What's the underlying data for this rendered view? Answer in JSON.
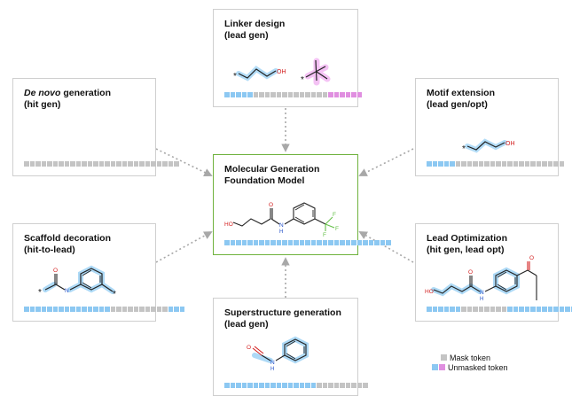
{
  "boxes": {
    "linker": {
      "title": "Linker design",
      "subtitle": "(lead gen)"
    },
    "denovo": {
      "title_italic": "De novo",
      "title_rest": " generation",
      "subtitle": "(hit gen)"
    },
    "motif": {
      "title": "Motif extension",
      "subtitle": "(lead gen/opt)"
    },
    "center": {
      "title": "Molecular Generation",
      "subtitle": "Foundation Model"
    },
    "scaffold": {
      "title": "Scaffold decoration",
      "subtitle": "(hit-to-lead)"
    },
    "leadopt": {
      "title": "Lead Optimization",
      "subtitle": "(hit gen, lead opt)"
    },
    "superstructure": {
      "title": "Superstructure generation",
      "subtitle": "(lead gen)"
    }
  },
  "atoms": {
    "oh": "OH",
    "ho": "HO",
    "o": "O",
    "n": "N",
    "nh": "N",
    "h": "H",
    "f": "F",
    "star": "*"
  },
  "legend": {
    "mask": "Mask token",
    "unmask": "Unmasked token"
  },
  "colors": {
    "mask": "#c4c4c4",
    "unmasked_blue": "#8cc8f2",
    "unmasked_pink": "#e08fe0",
    "center_border": "#6fb23d",
    "arrow": "#a8a8a8"
  },
  "token_rows": {
    "linker": "bbbbbmmmmmmmmmmmmmpppppp",
    "denovo": "mmmmmmmmmmmmmmmmmmmmmmmmmmm",
    "motif": "bbbbbmmmmmmmmmmmmmmmmmmm",
    "center": "bbbbbbbbbbbbbbbbbbbbbbbbbbbbb",
    "scaffold": "bbbbbbbbbbbbbbbmmmmmmmmmmbbb",
    "leadopt": "bbbbbbmmmmmmmmbbbbbbbbbbbb",
    "superstructure": "bbbbbbbbbbbbbbbbmmmmmmmmm"
  }
}
